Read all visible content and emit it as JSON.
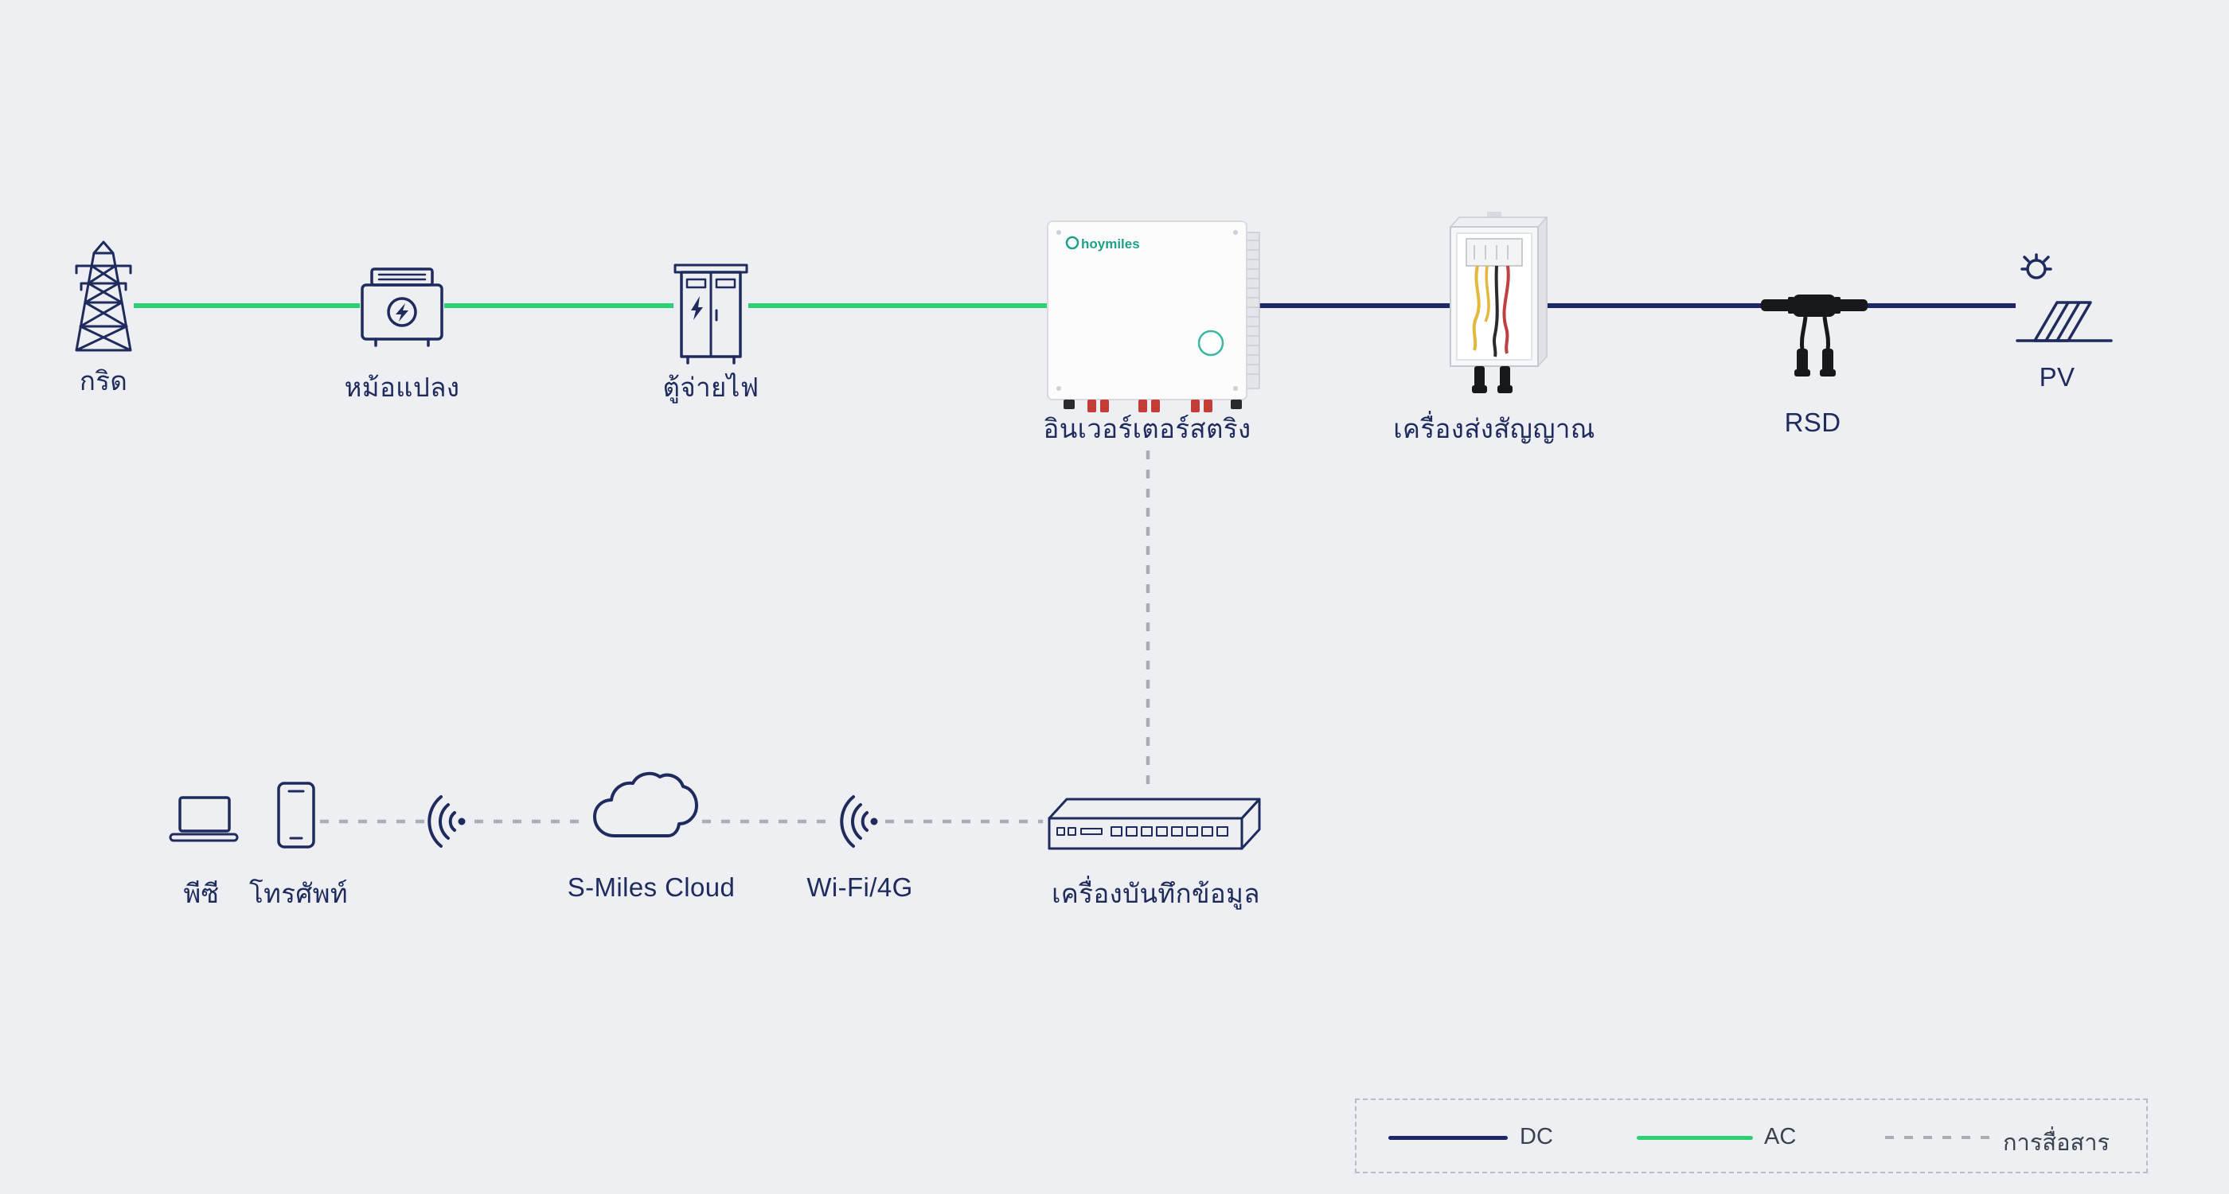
{
  "colors": {
    "bg": "#edeff3",
    "ink": "#1e2b5c",
    "dc": "#1b2766",
    "ac": "#2bd173",
    "comm": "#a9aeb5",
    "brand": "#1fa189"
  },
  "brand": {
    "logo": "hoymiles"
  },
  "top_row": {
    "grid": {
      "label": "กริด"
    },
    "transformer": {
      "label": "หม้อแปลง"
    },
    "distribution": {
      "label": "ตู้จ่ายไฟ"
    },
    "inverter": {
      "label": "อินเวอร์เตอร์สตริง"
    },
    "transmitter": {
      "label": "เครื่องส่งสัญญาณ"
    },
    "rsd": {
      "label": "RSD"
    },
    "pv": {
      "label": "PV"
    }
  },
  "bottom_row": {
    "pc": {
      "label": "พีซี"
    },
    "phone": {
      "label": "โทรศัพท์"
    },
    "cloud": {
      "label": "S-Miles Cloud"
    },
    "wifi": {
      "label": "Wi-Fi/4G"
    },
    "datalogger": {
      "label": "เครื่องบันทึกข้อมูล"
    }
  },
  "legend": {
    "dc_label": "DC",
    "ac_label": "AC",
    "comm_label": "การสื่อสาร"
  }
}
